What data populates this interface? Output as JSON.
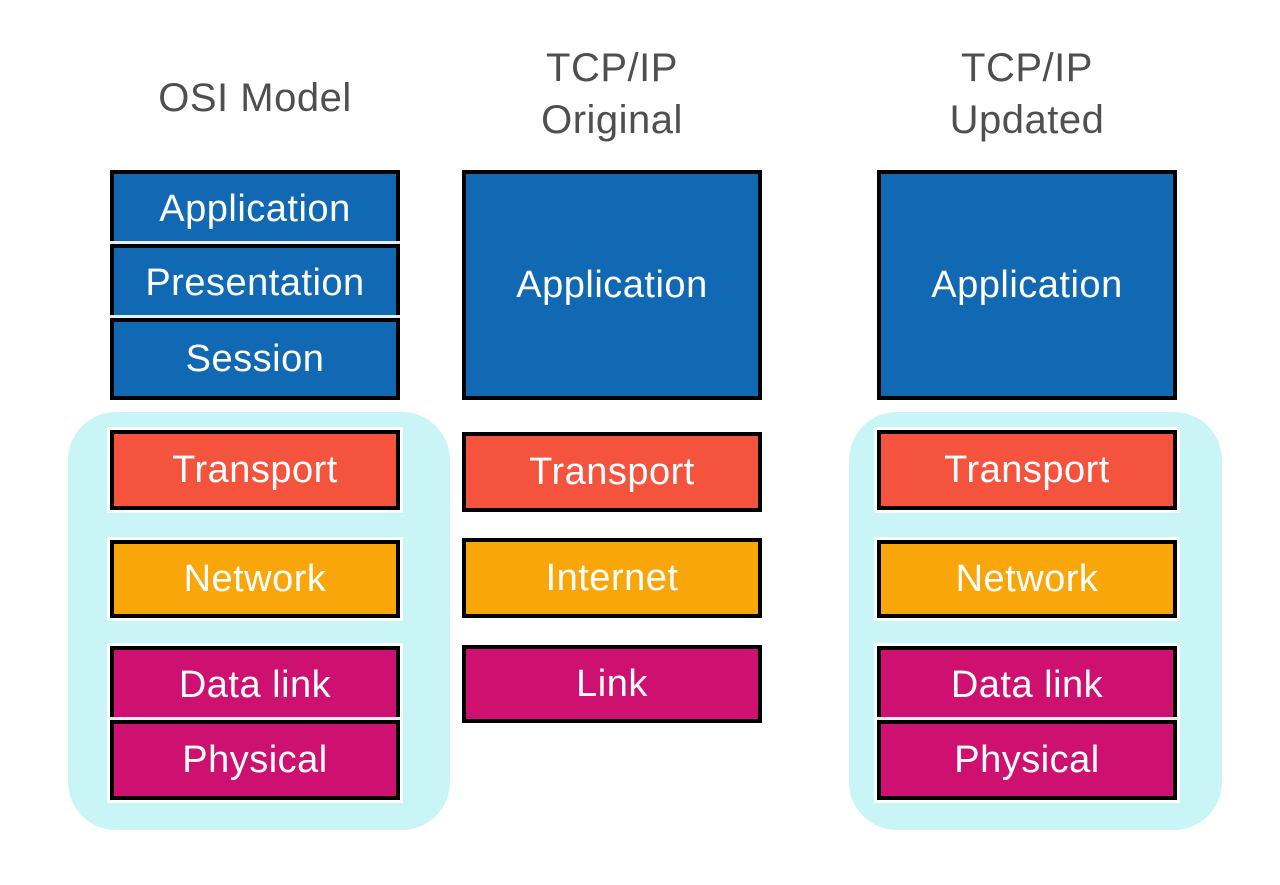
{
  "diagram_title": "OSI Model vs TCP/IP Original vs TCP/IP Updated layer comparison",
  "colors": {
    "application_blue": "#1168B3",
    "transport_red": "#F4533E",
    "network_orange": "#F9A60B",
    "link_magenta": "#CE1070",
    "group_background_cyan": "#CAF5F7",
    "box_border": "#000000",
    "box_text": "#FFFFFF",
    "title_text": "#4F4F4F",
    "page_background": "#FFFFFF"
  },
  "columns": [
    {
      "title1": "OSI Model",
      "title2": "",
      "layers": {
        "application": "Application",
        "presentation": "Presentation",
        "session": "Session",
        "transport": "Transport",
        "network": "Network",
        "datalink": "Data link",
        "physical": "Physical"
      }
    },
    {
      "title1": "TCP/IP",
      "title2": "Original",
      "layers": {
        "application": "Application",
        "transport": "Transport",
        "internet": "Internet",
        "link": "Link"
      }
    },
    {
      "title1": "TCP/IP",
      "title2": "Updated",
      "layers": {
        "application": "Application",
        "transport": "Transport",
        "network": "Network",
        "datalink": "Data link",
        "physical": "Physical"
      }
    }
  ]
}
